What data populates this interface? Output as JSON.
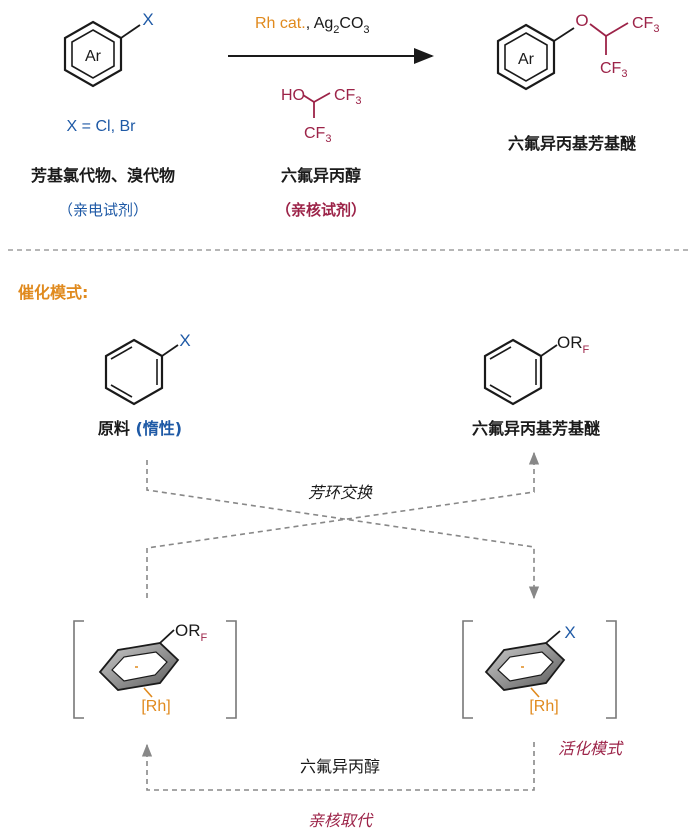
{
  "colors": {
    "blue": "#1f5aa6",
    "red": "#9c2348",
    "orange": "#e08a1e",
    "black": "#1a1a1a",
    "gray": "#888888"
  },
  "top": {
    "ar": "Ar",
    "x": "X",
    "x_def": "X = Cl, Br",
    "reagent_cat": "Rh cat.",
    "reagent_sep": ", ",
    "reagent_ag": "Ag",
    "reagent_sub2": "2",
    "reagent_co": "CO",
    "reagent_sub3": "3",
    "alcohol_ho": "HO",
    "alcohol_cf3_top": "CF",
    "alcohol_cf3_bottom": "CF",
    "sub3": "3",
    "product_o": "O",
    "product_cf3_top": "CF",
    "product_cf3_bottom": "CF",
    "label_substrate": "芳基氯代物、溴代物",
    "label_substrate_role": "（亲电试剂）",
    "label_alcohol": "六氟异丙醇",
    "label_alcohol_role": "（亲核试剂）",
    "label_product": "六氟异丙基芳基醚"
  },
  "mechanism": {
    "title": "催化模式:",
    "x": "X",
    "or": "OR",
    "or_sub": "F",
    "rh": "[Rh]",
    "start_label": "原料 ",
    "start_label_paren": "(惰性)",
    "end_label": "六氟异丙基芳基醚",
    "exchange": "芳环交换",
    "alcohol": "六氟异丙醇",
    "activation": "活化模式",
    "substitution": "亲核取代"
  }
}
